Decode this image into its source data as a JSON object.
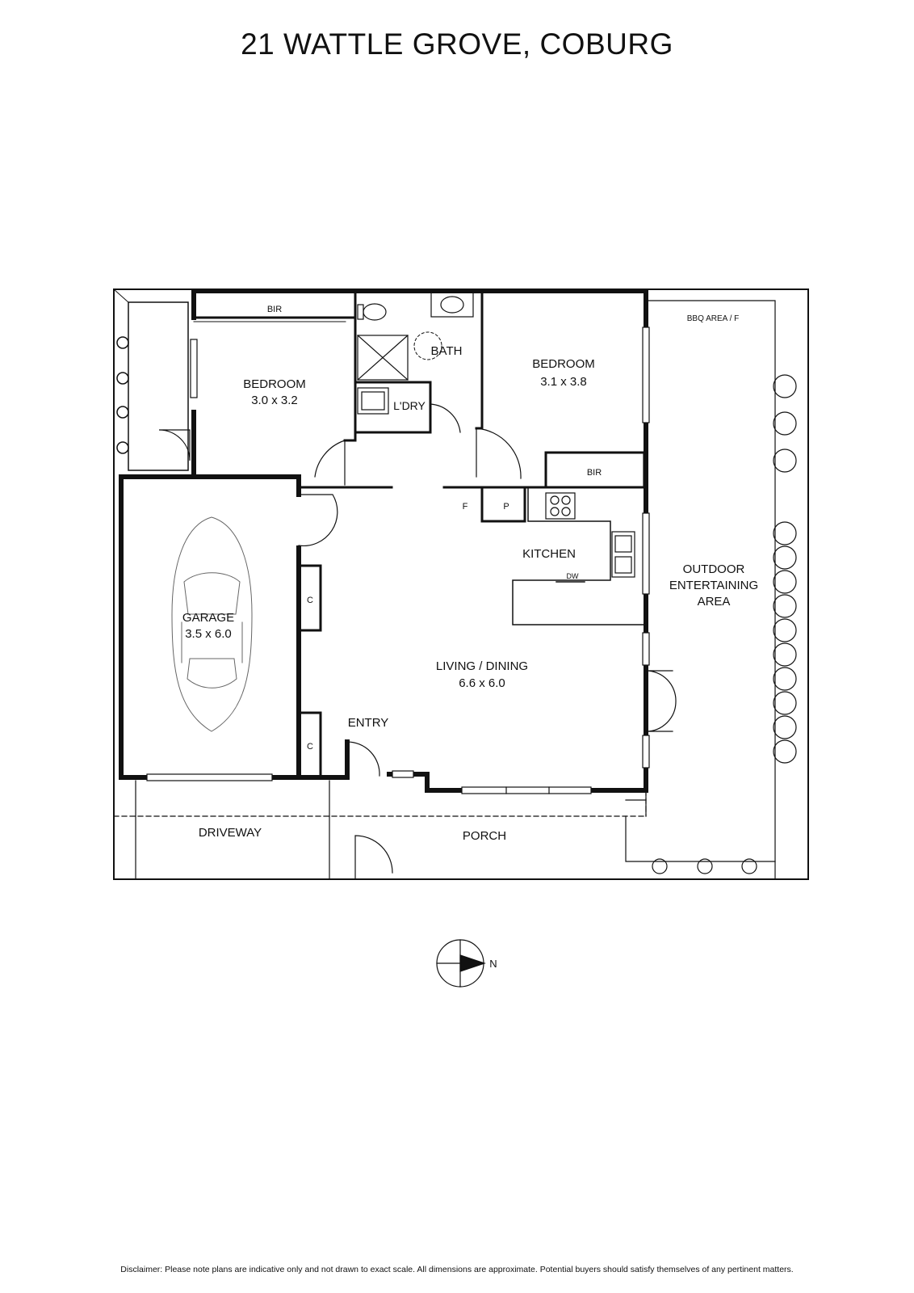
{
  "title": "21 WATTLE GROVE, COBURG",
  "rooms": {
    "bir_left": "BIR",
    "bedroom_left": {
      "name": "BEDROOM",
      "size": "3.0 x 3.2"
    },
    "bath": "BATH",
    "laundry": "L'DRY",
    "bedroom_right": {
      "name": "BEDROOM",
      "size": "3.1 x 3.8"
    },
    "bir_right": "BIR",
    "bbq": "BBQ AREA / F",
    "fridge": "F",
    "pantry": "P",
    "kitchen": "KITCHEN",
    "dishwasher": "DW",
    "outdoor": [
      "OUTDOOR",
      "ENTERTAINING",
      "AREA"
    ],
    "garage": {
      "name": "GARAGE",
      "size": "3.5 x 6.0"
    },
    "cupboard_top": "C",
    "cupboard_bottom": "C",
    "living": {
      "name": "LIVING / DINING",
      "size": "6.6 x 6.0"
    },
    "entry": "ENTRY",
    "driveway": "DRIVEWAY",
    "porch": "PORCH"
  },
  "compass": {
    "north_label": "N"
  },
  "disclaimer": "Disclaimer: Please note plans are indicative only and not drawn to exact scale. All dimensions are approximate. Potential buyers should satisfy themselves of any pertinent matters."
}
